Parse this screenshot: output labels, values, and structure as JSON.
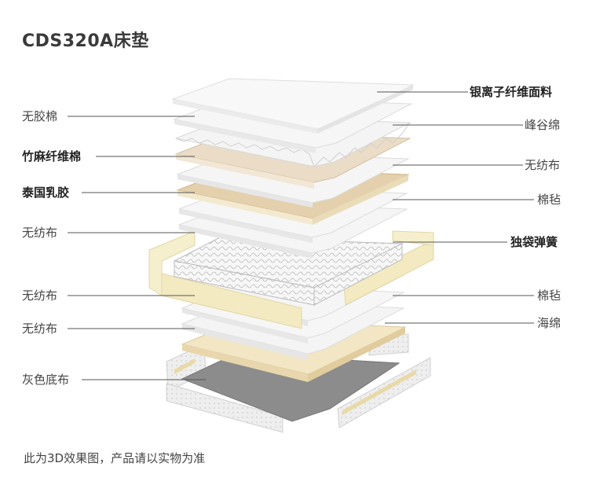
{
  "title": "CDS320A床垫",
  "footer": "此为3D效果图，产品请以实物为准",
  "left_labels": [
    {
      "text": "无胶棉",
      "bold": false
    },
    {
      "text": "竹麻纤维棉",
      "bold": true
    },
    {
      "text": "泰国乳胶",
      "bold": true
    },
    {
      "text": "无纺布",
      "bold": false
    },
    {
      "text": "无纺布",
      "bold": false
    },
    {
      "text": "无纺布",
      "bold": false
    },
    {
      "text": "灰色底布",
      "bold": false
    }
  ],
  "right_labels": [
    {
      "text": "银离子纤维面料",
      "bold": true
    },
    {
      "text": "峰谷绵",
      "bold": false
    },
    {
      "text": "无纺布",
      "bold": false
    },
    {
      "text": "棉毡",
      "bold": false
    },
    {
      "text": "独袋弹簧",
      "bold": true
    },
    {
      "text": "棉毡",
      "bold": false
    },
    {
      "text": "海绵",
      "bold": false
    }
  ],
  "colors": {
    "layer_white": "#f3f3f3",
    "layer_edge": "#d9d9d9",
    "bamboo": "#eadcc6",
    "latex": "#e6d3b3",
    "foam_frame": "#f6efcd",
    "base": "#8f8f8f",
    "line": "#555555"
  }
}
